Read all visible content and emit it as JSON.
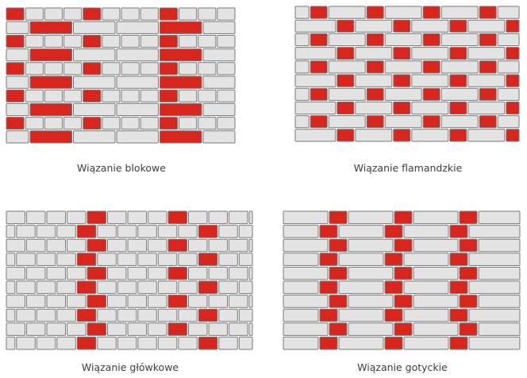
{
  "colors": {
    "red_brick": "#d7261e",
    "grey_brick": "#e3e3e3",
    "outline": "#7a7a7a"
  },
  "panels": [
    {
      "caption": "Wiązanie blokowe"
    },
    {
      "caption": "Wiązanie flamandzkie"
    },
    {
      "caption": "Wiązanie główkowe"
    },
    {
      "caption": "Wiązanie gotyckie"
    }
  ]
}
